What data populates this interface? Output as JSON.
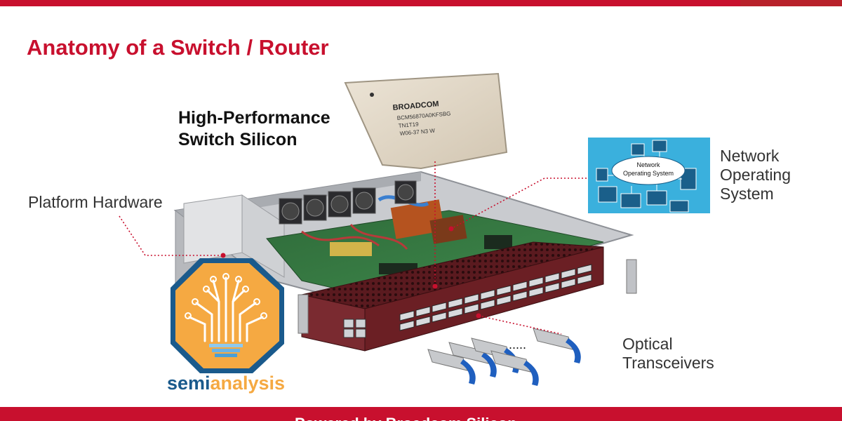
{
  "header": {
    "title": "Anatomy of a Switch / Router"
  },
  "labels": {
    "switch_silicon_line1": "High-Performance",
    "switch_silicon_line2": "Switch Silicon",
    "platform_hardware": "Platform Hardware",
    "nos_line1": "Network",
    "nos_line2": "Operating",
    "nos_line3": "System",
    "optical_line1": "Optical",
    "optical_line2": "Transceivers",
    "ellipsis": "....."
  },
  "chip": {
    "brand": "BROADCOM",
    "line1": "BCM56870A0KFSBG",
    "line2": "TN1T19",
    "line3": "W06-37  N3  W"
  },
  "nos_box": {
    "cloud_line1": "Network",
    "cloud_line2": "Operating System"
  },
  "watermark": {
    "brand_part1": "semi",
    "brand_part2": "analysis"
  },
  "footer": {
    "text": "Powered by Broadcom Silicon"
  },
  "colors": {
    "accent": "#c8102e",
    "nos_bg": "#3ab0dd",
    "transceiver_blue": "#1f5fbf",
    "chassis_front": "#6b1f24"
  }
}
